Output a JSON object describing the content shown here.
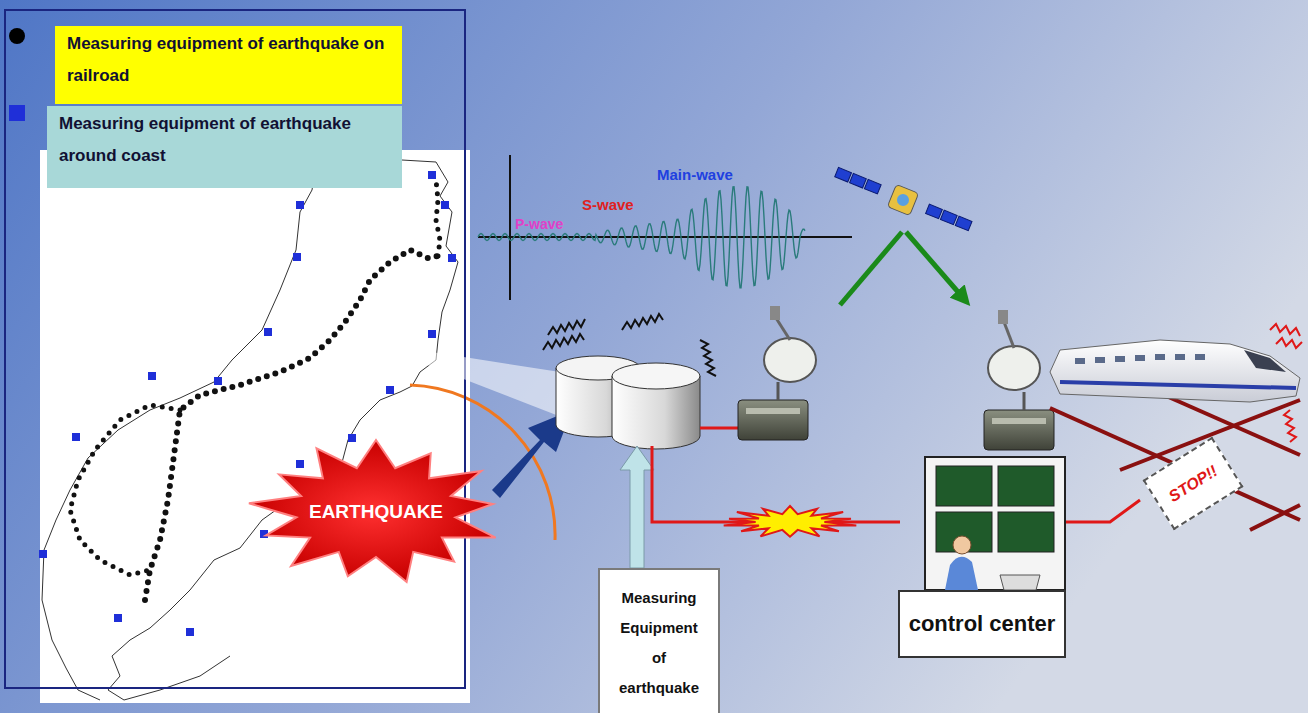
{
  "diagram": {
    "nodes": [
      {
        "text": [
          "EARTHQUAKE"
        ]
      },
      {
        "text": [
          "Measuring Equipment of earthquake"
        ]
      },
      {
        "text": [
          "control center"
        ]
      },
      {
        "text": [
          "STOP!!"
        ]
      }
    ],
    "labels": [
      "P-wave",
      "S-wave",
      "Main-wave"
    ],
    "legend": [
      {
        "text": "Measuring equipment of earthquake on railroad"
      },
      {
        "text": "Measuring equipment of earthquake around coast"
      }
    ]
  }
}
